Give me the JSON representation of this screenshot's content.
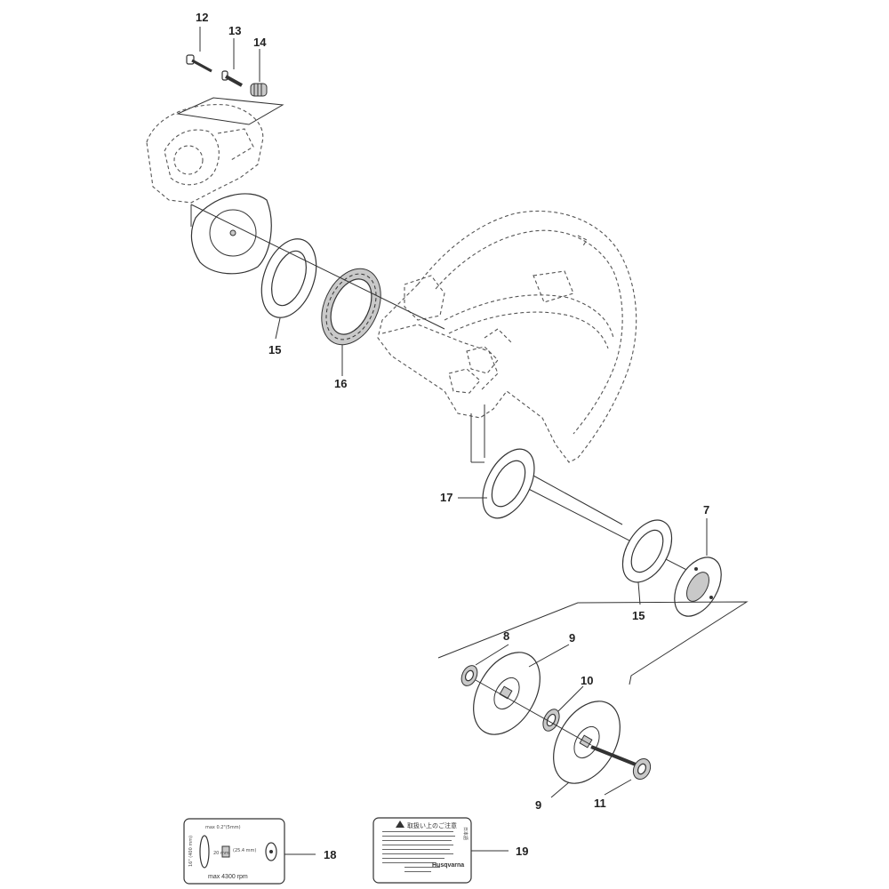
{
  "callouts": {
    "c7": "7",
    "c8": "8",
    "c9a": "9",
    "c9b": "9",
    "c10": "10",
    "c11": "11",
    "c12": "12",
    "c13": "13",
    "c14": "14",
    "c15a": "15",
    "c15b": "15",
    "c16": "16",
    "c17": "17",
    "c18": "18",
    "c19": "19"
  },
  "decal18": {
    "max_gap": "max 0.2\"(5mm)",
    "rpm": "max 4300 rpm",
    "size": "16\" (400 mm)",
    "arbor": "(25.4 mm)",
    "dim": "20 mm"
  },
  "decal19": {
    "heading": "取扱い上のご注意",
    "brand": "Husqvarna",
    "side_text": "日本語"
  }
}
